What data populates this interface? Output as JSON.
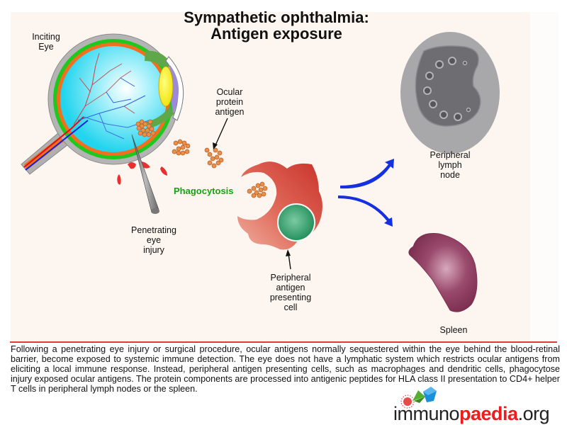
{
  "title": {
    "line1": "Sympathetic ophthalmia:",
    "line2": "Antigen exposure"
  },
  "labels": {
    "inciting_eye": [
      "Inciting",
      "Eye"
    ],
    "ocular_protein_antigen": [
      "Ocular",
      "protein",
      "antigen"
    ],
    "phagocytosis": "Phagocytosis",
    "penetrating_eye_injury": [
      "Penetrating",
      "eye",
      "injury"
    ],
    "peripheral_apc": [
      "Peripheral",
      "antigen",
      "presenting",
      "cell"
    ],
    "peripheral_lymph_node": [
      "Peripheral",
      "lymph",
      "node"
    ],
    "spleen": "Spleen"
  },
  "colors": {
    "panel_bg": "#fdf6f0",
    "divider": "#e23a3a",
    "phagocytosis_text": "#14a314",
    "arrow_blue": "#1530e0",
    "apc_red": "#d8453b",
    "nucleus_green": "#2a9a66",
    "spleen_purple": "#8a3a5c",
    "lymph_outer": "#a8a8ab",
    "lymph_inner": "#6e6e72",
    "antigen_orange": "#e8904a"
  },
  "description": "Following a penetrating eye injury or surgical procedure, ocular antigens normally sequestered within the eye behind the blood-retinal barrier, become exposed to systemic immune detection. The eye does not have a lymphatic system which restricts ocular antigens from eliciting a local immune response. Instead, peripheral antigen presenting cells, such as macrophages and dendritic cells, phagocytose injury exposed ocular antigens. The protein components are processed into antigenic peptides for HLA class II presentation to CD4+ helper T cells in peripheral lymph nodes or the spleen.",
  "logo": {
    "part1": "immuno",
    "part2": "paedia",
    "part3": ".org"
  }
}
